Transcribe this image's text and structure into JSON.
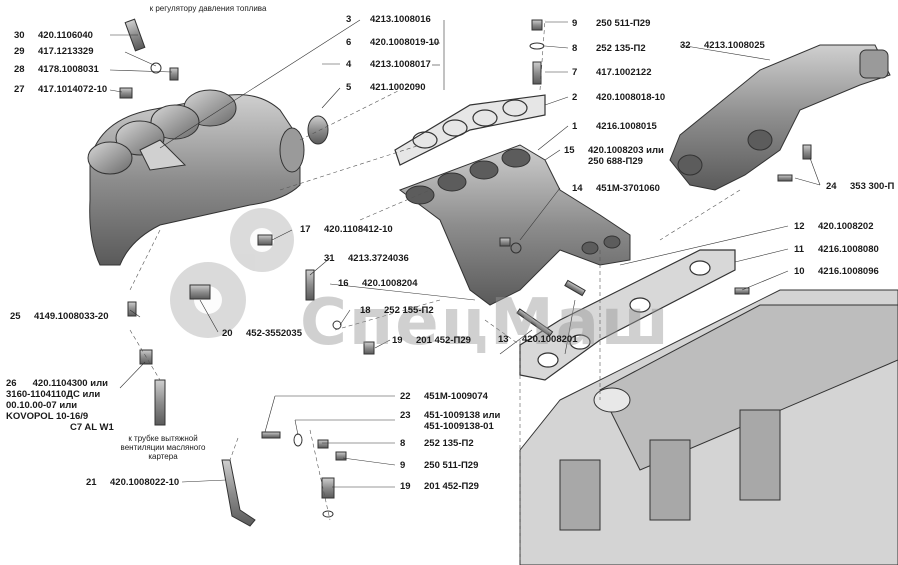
{
  "notes": {
    "top": "к регулятору давления топлива",
    "bottom": "к трубке вытяжной вентиляции масляного картера"
  },
  "watermark": "СпецМаш",
  "parts": [
    {
      "id": "30",
      "n": "30",
      "code": "420.1106040"
    },
    {
      "id": "29",
      "n": "29",
      "code": "417.1213329"
    },
    {
      "id": "28",
      "n": "28",
      "code": "4178.1008031"
    },
    {
      "id": "27",
      "n": "27",
      "code": "417.1014072-10"
    },
    {
      "id": "3",
      "n": "3",
      "code": "4213.1008016"
    },
    {
      "id": "6",
      "n": "6",
      "code": "420.1008019-10"
    },
    {
      "id": "4",
      "n": "4",
      "code": "4213.1008017"
    },
    {
      "id": "5",
      "n": "5",
      "code": "421.1002090"
    },
    {
      "id": "9a",
      "n": "9",
      "code": "250 511-П29"
    },
    {
      "id": "8a",
      "n": "8",
      "code": "252 135-П2"
    },
    {
      "id": "7",
      "n": "7",
      "code": "417.1002122"
    },
    {
      "id": "2",
      "n": "2",
      "code": "420.1008018-10"
    },
    {
      "id": "1",
      "n": "1",
      "code": "4216.1008015"
    },
    {
      "id": "15",
      "n": "15",
      "code": "420.1008203 или",
      "code2": "250 688-П29"
    },
    {
      "id": "14",
      "n": "14",
      "code": "451М-3701060"
    },
    {
      "id": "13",
      "n": "13",
      "code": "420.1008201"
    },
    {
      "id": "32",
      "n": "32",
      "code": "4213.1008025"
    },
    {
      "id": "24",
      "n": "24",
      "code": "353 300-П"
    },
    {
      "id": "12",
      "n": "12",
      "code": "420.1008202"
    },
    {
      "id": "11",
      "n": "11",
      "code": "4216.1008080"
    },
    {
      "id": "10",
      "n": "10",
      "code": "4216.1008096"
    },
    {
      "id": "17",
      "n": "17",
      "code": "420.1108412-10"
    },
    {
      "id": "31",
      "n": "31",
      "code": "4213.3724036"
    },
    {
      "id": "16",
      "n": "16",
      "code": "420.1008204"
    },
    {
      "id": "18",
      "n": "18",
      "code": "252 155-П2"
    },
    {
      "id": "19a",
      "n": "19",
      "code": "201 452-П29"
    },
    {
      "id": "20",
      "n": "20",
      "code": "452-3552035"
    },
    {
      "id": "25",
      "n": "25",
      "code": "4149.1008033-20"
    },
    {
      "id": "22",
      "n": "22",
      "code": "451М-1009074"
    },
    {
      "id": "23",
      "n": "23",
      "code": "451-1009138 или",
      "code2": "451-1009138-01"
    },
    {
      "id": "8b",
      "n": "8",
      "code": "252 135-П2"
    },
    {
      "id": "9b",
      "n": "9",
      "code": "250 511-П29"
    },
    {
      "id": "19b",
      "n": "19",
      "code": "201 452-П29"
    },
    {
      "id": "21",
      "n": "21",
      "code": "420.1008022-10"
    }
  ],
  "part26": {
    "n": "26",
    "lines": [
      "420.1104300 или",
      "3160-1104110ДС или",
      "00.10.00-07 или",
      "KOVOPOL 10-16/9",
      "C7 AL W1"
    ]
  }
}
